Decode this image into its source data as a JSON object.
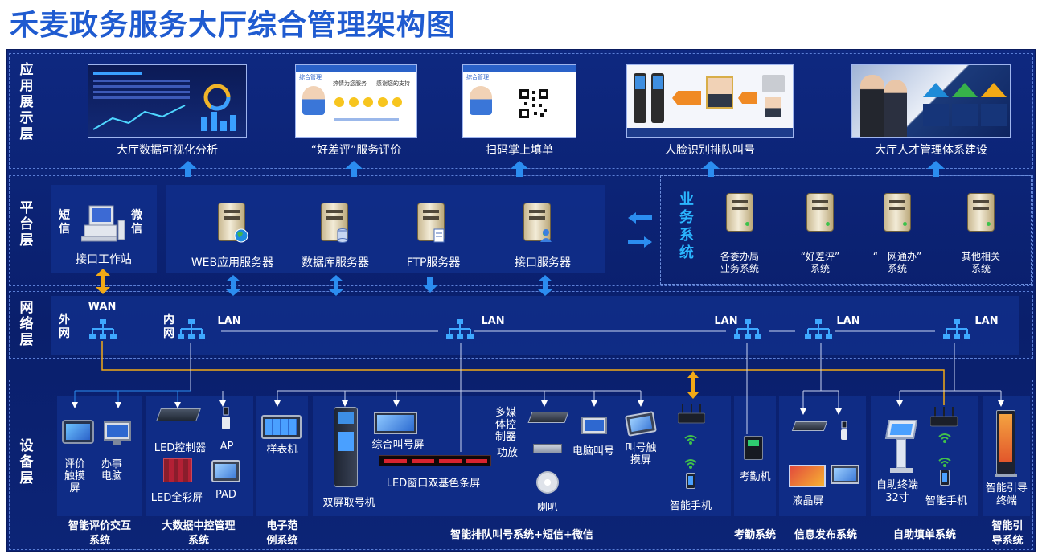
{
  "title": "禾麦政务服务大厅综合管理架构图",
  "layers": {
    "app": "应用展示层",
    "platform": "平台层",
    "network": "网络层",
    "device": "设备层"
  },
  "app_items": [
    {
      "label": "大厅数据可视化分析"
    },
    {
      "label": "“好差评”服务评价"
    },
    {
      "label": "扫码掌上填单"
    },
    {
      "label": "人脸识别排队叫号"
    },
    {
      "label": "大厅人才管理体系建设"
    }
  ],
  "platform": {
    "sms": "短信",
    "wechat": "微信",
    "interface_station": "接口工作站",
    "servers": [
      "WEB应用服务器",
      "数据库服务器",
      "FTP服务器",
      "接口服务器"
    ],
    "business_title": "业务系统",
    "business_systems": [
      {
        "line1": "各委办局",
        "line2": "业务系统"
      },
      {
        "line1": "“好差评”",
        "line2": "系统"
      },
      {
        "line1": "“一网通办”",
        "line2": "系统"
      },
      {
        "line1": "其他相关",
        "line2": "系统"
      }
    ]
  },
  "network": {
    "wan": "WAN",
    "outer": "外网",
    "inner": "内网",
    "lan": "LAN"
  },
  "devices": {
    "eval": {
      "screen": "评价触摸屏",
      "pc": "办事电脑",
      "group": "智能评价交互系统"
    },
    "bigdata": {
      "led_ctrl": "LED控制器",
      "ap": "AP",
      "led_full": "LED全彩屏",
      "pad": "PAD",
      "group": "大数据中控管理系统"
    },
    "sample": {
      "kiosk": "样表机",
      "group": "电子范例系统"
    },
    "queue": {
      "dual_screen": "双屏取号机",
      "combined_screen": "综合叫号屏",
      "led_bar": "LED窗口双基色条屏",
      "multimedia": "多媒体控制器",
      "amp": "功放",
      "speaker": "喇叭",
      "pc_call": "电脑叫号",
      "touch_call": "叫号触摸屏",
      "phone": "智能手机",
      "group": "智能排队叫号系统+短信+微信"
    },
    "attendance": {
      "device": "考勤机",
      "group": "考勤系统"
    },
    "info": {
      "lcd": "液晶屏",
      "group": "信息发布系统"
    },
    "fill": {
      "terminal": "自助终端32寸",
      "phone": "智能手机",
      "group": "自助填单系统"
    },
    "guide": {
      "terminal": "智能引导终端",
      "group": "智能引导系统"
    }
  },
  "mini_screens": {
    "eval_header": "综合管理",
    "eval_slogan1": "热情为您服务",
    "eval_slogan2": "感谢您的支持",
    "scan_header": "综合管理"
  },
  "colors": {
    "title": "#1f5bd0",
    "background": "#0c2476",
    "arrow_blue": "#2b8df0",
    "arrow_orange": "#f2a916",
    "line": "#c9d4f2"
  }
}
